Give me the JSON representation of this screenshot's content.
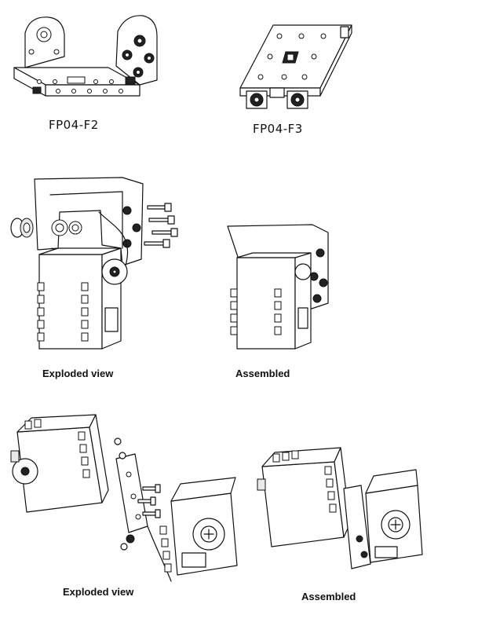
{
  "figures": {
    "bracket_f2": {
      "label": "FP04-F2"
    },
    "bracket_f3": {
      "label": "FP04-F3"
    },
    "assembly_1": {
      "exploded_label": "Exploded view",
      "assembled_label": "Assembled"
    },
    "assembly_2": {
      "exploded_label": "Exploded view",
      "assembled_label": "Assembled"
    }
  },
  "icons": {
    "bracket_f2": "u-bracket-drawing-icon",
    "bracket_f3": "plate-bracket-drawing-icon",
    "servo": "servo-motor-drawing-icon",
    "screw": "screw-drawing-icon",
    "bearing": "bearing-drawing-icon"
  },
  "colors": {
    "line": "#111111",
    "background": "#ffffff"
  }
}
